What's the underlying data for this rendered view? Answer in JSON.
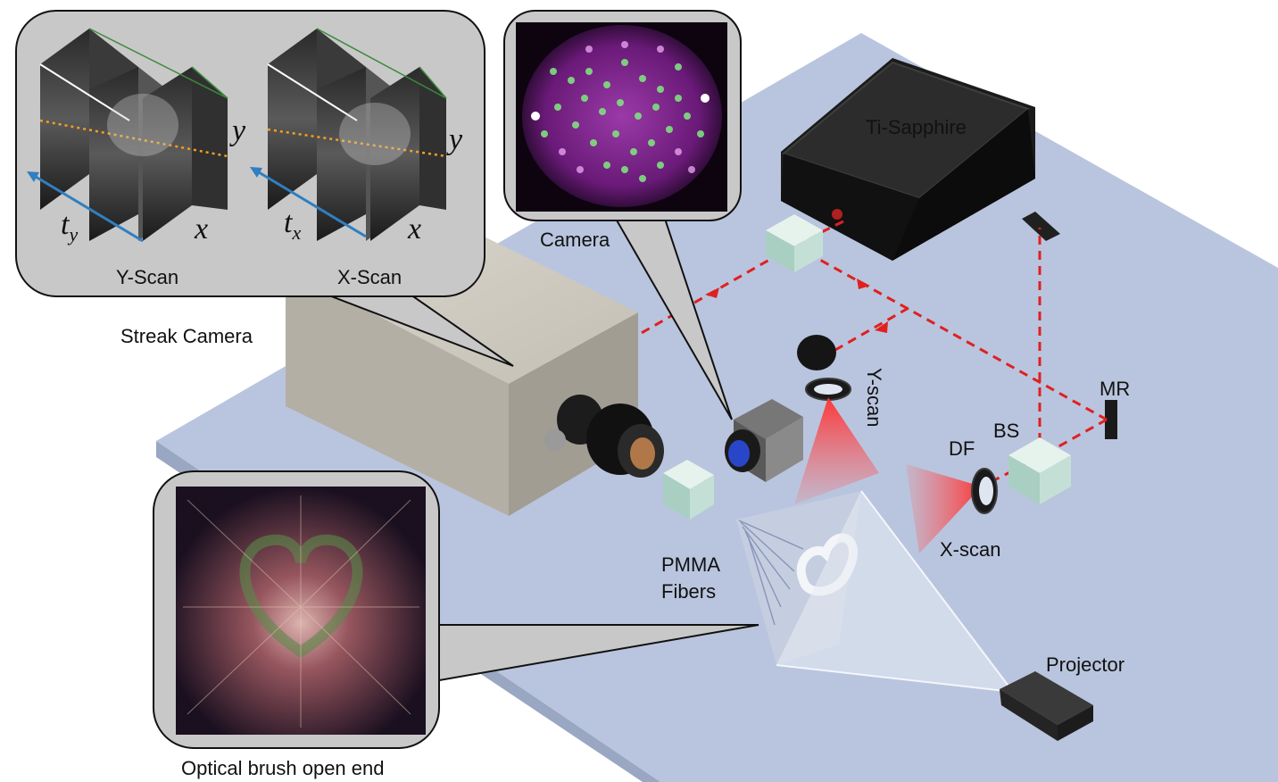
{
  "labels": {
    "ti_sapphire": "Ti-Sapphire",
    "camera": "Camera",
    "streak_camera": "Streak Camera",
    "y_scan_panel": "Y-Scan",
    "x_scan_panel": "X-Scan",
    "y_scan": "Y-scan",
    "x_scan": "X-scan",
    "mr": "MR",
    "bs": "BS",
    "df": "DF",
    "pmma_line1": "PMMA",
    "pmma_line2": "Fibers",
    "projector": "Projector",
    "optical_brush": "Optical brush open end"
  },
  "axes": {
    "ty_main": "t",
    "ty_sub": "y",
    "tx_main": "t",
    "tx_sub": "x",
    "x1": "x",
    "y1": "y",
    "x2": "x",
    "y2": "y"
  },
  "colors": {
    "table": "#b7c3dc",
    "laser": "#e02020",
    "camera_body": "#c9c5bb",
    "axis_blue": "#2f7fc1",
    "dotted_orange": "#f0a020"
  }
}
